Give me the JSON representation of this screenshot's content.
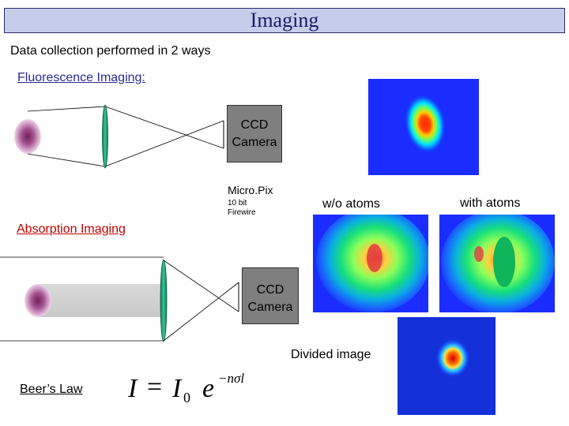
{
  "title": "Imaging",
  "subtitle": "Data collection performed in 2 ways",
  "fluorescence": {
    "label": "Fluorescence Imaging:",
    "camera_label": "CCD Camera",
    "camera_line1": "CCD",
    "camera_line2": "Camera",
    "camera_model": "Micro.Pix",
    "camera_spec_line1": "10 bit",
    "camera_spec_line2": "Firewire"
  },
  "absorption": {
    "label": "Absorption Imaging",
    "camera_line1": "CCD",
    "camera_line2": "Camera"
  },
  "images": {
    "without_atoms": "w/o atoms",
    "with_atoms": "with atoms",
    "divided": "Divided image"
  },
  "beers_law": {
    "label": "Beer’s Law",
    "formula_lhs": "I",
    "formula_eq": "=",
    "formula_i0": "I",
    "formula_sub": "0",
    "formula_e": "e",
    "formula_exp": "−nσl"
  },
  "colors": {
    "title_bg": "#c5cdea",
    "title_text": "#1a1a66",
    "link_blue": "#2a2a9a",
    "heading_red": "#c00000",
    "lens_green": "#1aa57a",
    "camera_gray": "#7f7f7f",
    "atom_cloud": "#8e3c7a"
  }
}
